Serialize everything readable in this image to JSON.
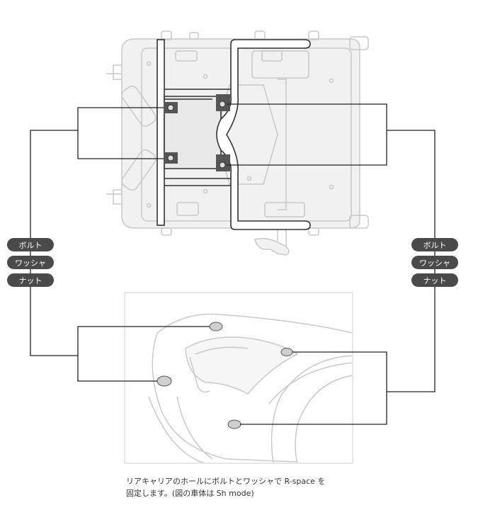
{
  "fastener_labels": {
    "left": [
      "ボルト",
      "ワッシャ",
      "ナット"
    ],
    "right": [
      "ボルト",
      "ワッシャ",
      "ナット"
    ]
  },
  "caption": {
    "line1": "リアキャリアのホールにボルトとワッシャで R-space を",
    "line2": "固定します。(図の車体は Sh mode)"
  }
}
